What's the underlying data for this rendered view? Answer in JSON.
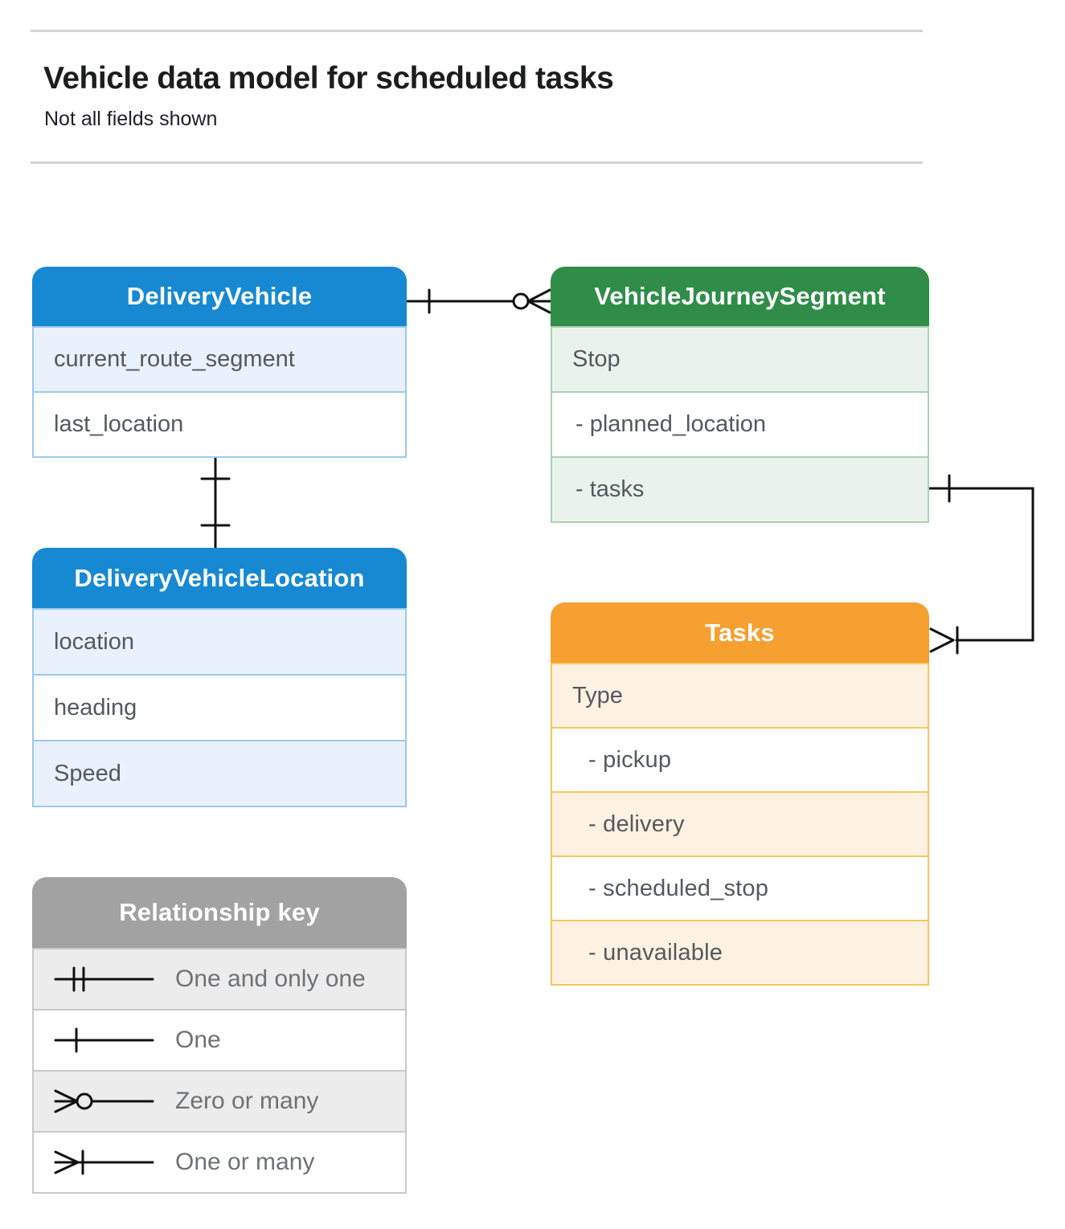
{
  "header": {
    "title": "Vehicle data model for scheduled tasks",
    "subtitle": "Not all fields shown"
  },
  "entities": {
    "delivery_vehicle": {
      "title": "DeliveryVehicle",
      "fields": [
        "current_route_segment",
        "last_location"
      ]
    },
    "vehicle_journey_segment": {
      "title": "VehicleJourneySegment",
      "fields": [
        "Stop",
        "- planned_location",
        "- tasks"
      ]
    },
    "delivery_vehicle_location": {
      "title": "DeliveryVehicleLocation",
      "fields": [
        "location",
        "heading",
        "Speed"
      ]
    },
    "tasks": {
      "title": "Tasks",
      "fields": [
        "Type",
        "- pickup",
        "- delivery",
        "- scheduled_stop",
        "- unavailable"
      ]
    }
  },
  "legend": {
    "title": "Relationship key",
    "items": [
      "One and only one",
      "One",
      "Zero or many",
      "One or many"
    ]
  },
  "relationships": [
    {
      "from": "DeliveryVehicle",
      "from_cardinality": "one",
      "to": "VehicleJourneySegment",
      "to_cardinality": "zero-or-many"
    },
    {
      "from": "DeliveryVehicle",
      "from_cardinality": "one",
      "to": "DeliveryVehicleLocation",
      "to_cardinality": "one"
    },
    {
      "from": "VehicleJourneySegment.tasks",
      "from_cardinality": "one",
      "to": "Tasks",
      "to_cardinality": "one-or-many"
    }
  ],
  "colors": {
    "blue_header": "#1689d2",
    "blue_row": "#e8f1fc",
    "blue_border": "#9bc9f1",
    "green_header": "#2f8d49",
    "green_row": "#e9f3ec",
    "green_border": "#a8d2b2",
    "orange_header": "#f5a031",
    "orange_row": "#fdf2e1",
    "orange_border": "#f9c55f",
    "gray_header": "#a2a2a2",
    "gray_row": "#ececec",
    "gray_border": "#c9c9c9",
    "connector_line": "#111111",
    "field_text": "#55585c",
    "title_text": "#1c1d1f"
  }
}
